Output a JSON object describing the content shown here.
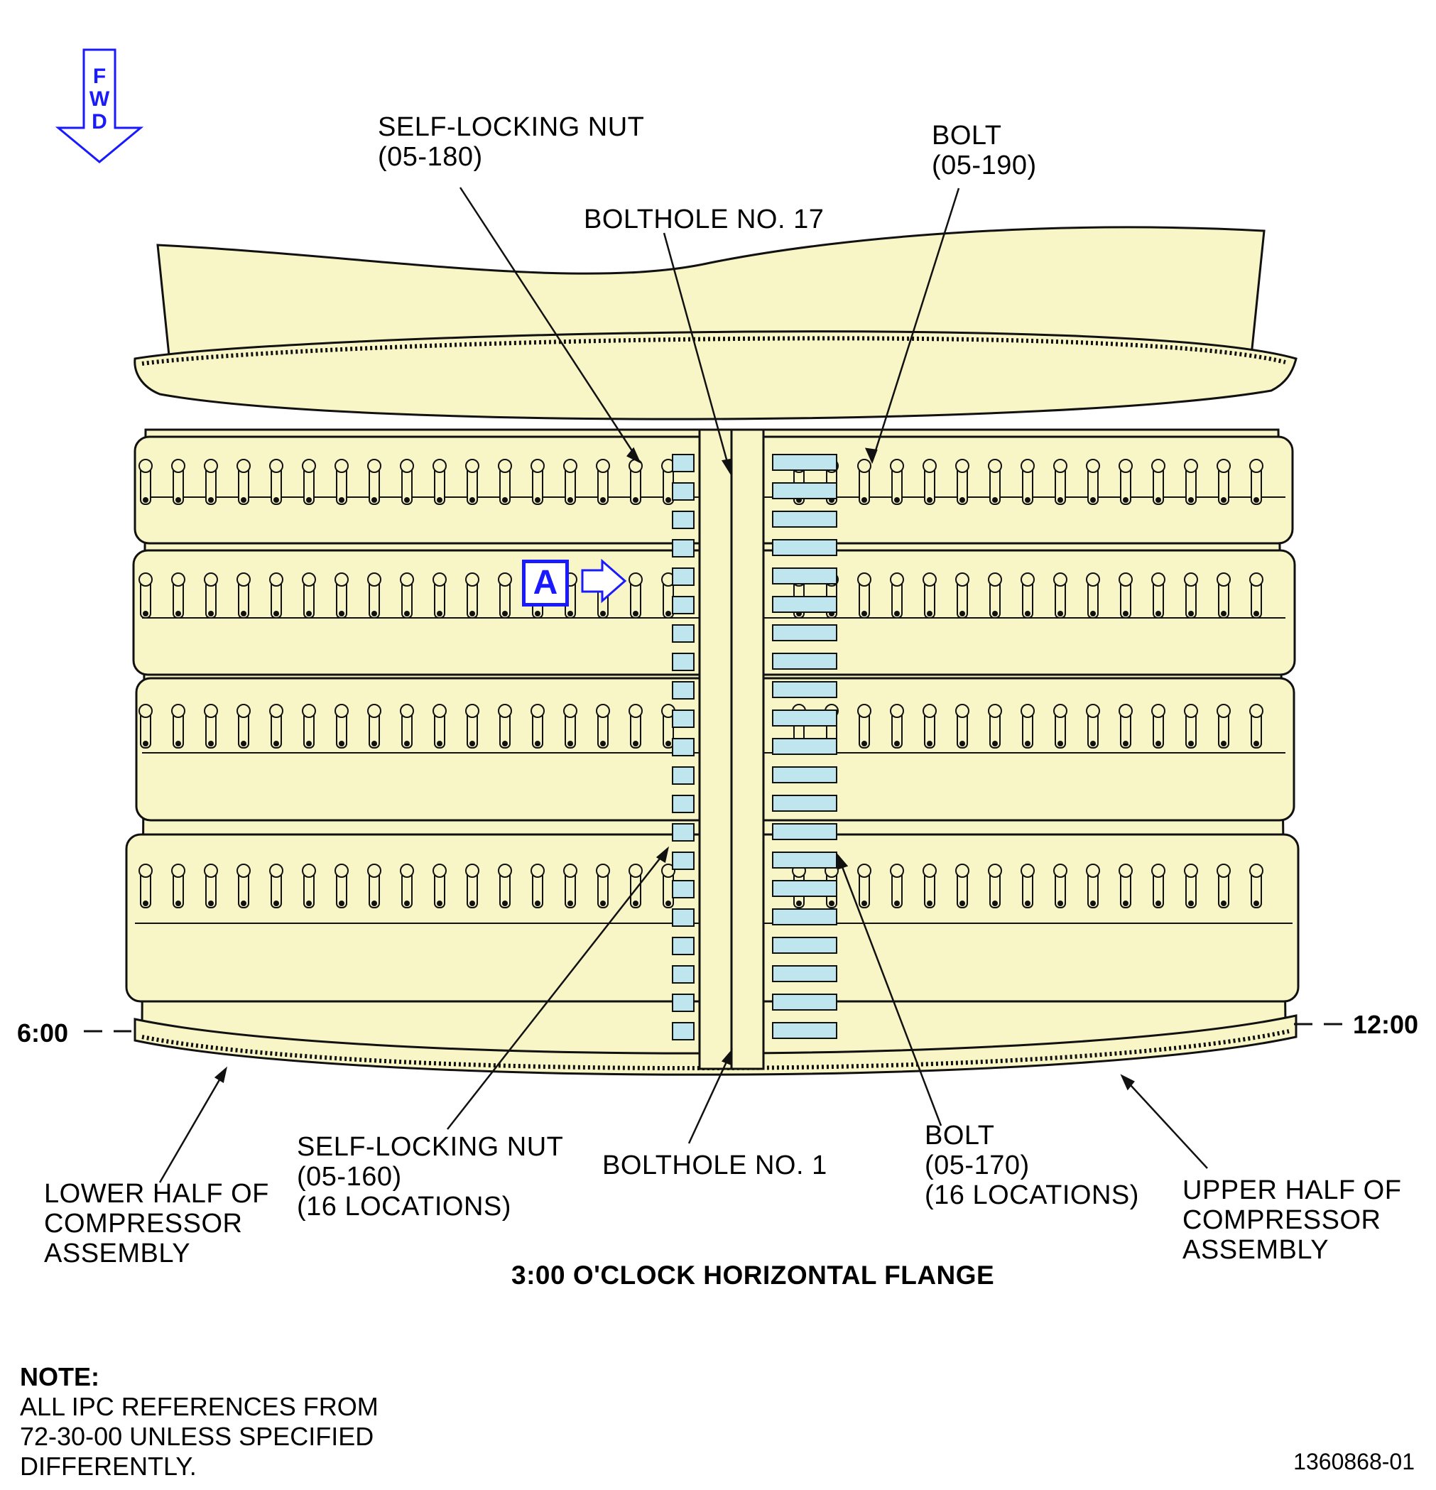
{
  "forward_indicator": {
    "letters": [
      "F",
      "W",
      "D"
    ]
  },
  "callouts": {
    "self_locking_nut_180": {
      "line1": "SELF-LOCKING NUT",
      "line2": "(05-180)"
    },
    "bolt_190": {
      "line1": "BOLT",
      "line2": "(05-190)"
    },
    "bolthole_17": {
      "text": "BOLTHOLE NO. 17"
    },
    "self_locking_nut_160": {
      "line1": "SELF-LOCKING NUT",
      "line2": "(05-160)",
      "line3": "(16 LOCATIONS)"
    },
    "bolthole_1": {
      "text": "BOLTHOLE NO. 1"
    },
    "bolt_170": {
      "line1": "BOLT",
      "line2": "(05-170)",
      "line3": "(16 LOCATIONS)"
    },
    "lower_half": {
      "line1": "LOWER HALF OF",
      "line2": "COMPRESSOR",
      "line3": "ASSEMBLY"
    },
    "upper_half": {
      "line1": "UPPER HALF OF",
      "line2": "COMPRESSOR",
      "line3": "ASSEMBLY"
    }
  },
  "clock_positions": {
    "left": "6:00",
    "right": "12:00"
  },
  "detail_marker": {
    "letter": "A"
  },
  "view_title": "3:00 O'CLOCK HORIZONTAL FLANGE",
  "note": {
    "heading": "NOTE:",
    "line1": "ALL IPC REFERENCES FROM",
    "line2": "72-30-00 UNLESS SPECIFIED",
    "line3": "DIFFERENTLY."
  },
  "figure_number": "1360868-01",
  "colors": {
    "casing": "#f8f5c6",
    "line": "#111111",
    "bolt": "#bfe6ef",
    "accent": "#1a1aff"
  }
}
